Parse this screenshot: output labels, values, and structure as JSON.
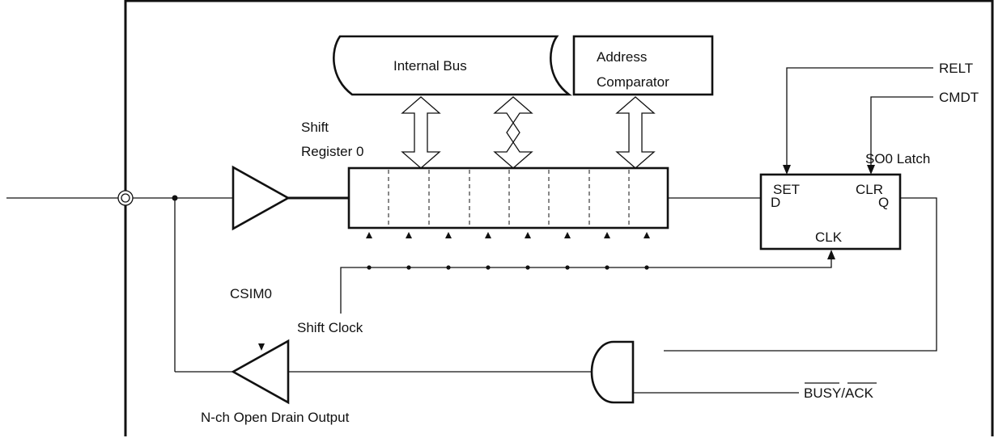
{
  "labels": {
    "internal_bus": "Internal Bus",
    "address_comparator_1": "Address",
    "address_comparator_2": "Comparator",
    "shift_register_1": "Shift",
    "shift_register_2": "Register 0",
    "relt": "RELT",
    "cmdt": "CMDT",
    "so0_latch": "SO0 Latch",
    "set": "SET",
    "clr": "CLR",
    "d": "D",
    "q": "Q",
    "clk": "CLK",
    "csim0": "CSIM0",
    "shift_clock": "Shift Clock",
    "busy_ack": "BUSY/ACK",
    "n_ch_output": "N-ch Open Drain Output"
  },
  "shift_register_bits": 8
}
